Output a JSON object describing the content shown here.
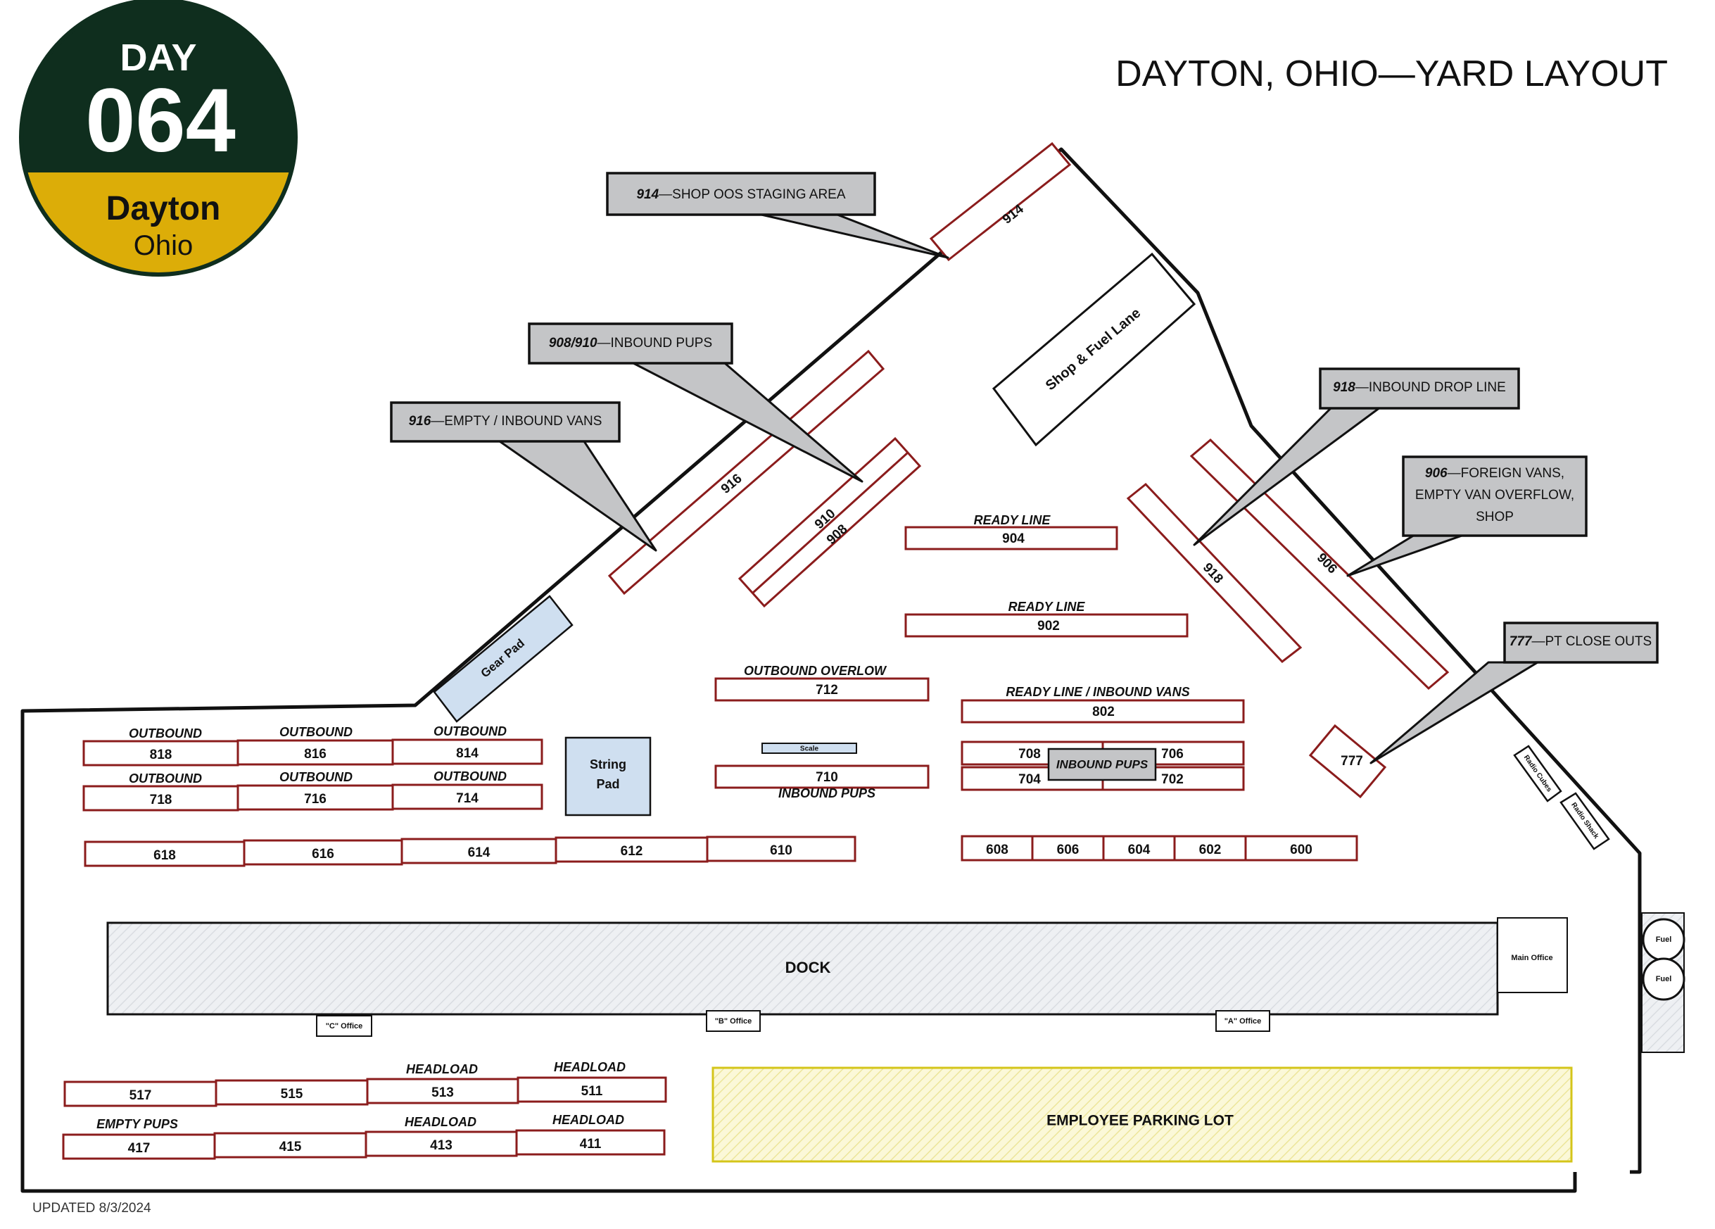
{
  "badge": {
    "day_label": "DAY",
    "day_number": "064",
    "city": "Dayton",
    "state": "Ohio",
    "colors": {
      "top": "#0f2e1e",
      "bottom": "#dcad08",
      "text_top": "#ffffff",
      "text_bottom": "#111111"
    }
  },
  "title": "DAYTON, OHIO—YARD LAYOUT",
  "updated": "UPDATED  8/3/2024",
  "callouts": {
    "c914": {
      "num": "914",
      "text": "—SHOP OOS STAGING AREA"
    },
    "c908": {
      "num": "908/910",
      "text": "—INBOUND PUPS"
    },
    "c916": {
      "num": "916",
      "text": "—EMPTY / INBOUND VANS"
    },
    "c918": {
      "num": "918",
      "text": "—INBOUND DROP LINE"
    },
    "c906": {
      "num": "906",
      "line1": "—FOREIGN VANS,",
      "line2": "EMPTY VAN OVERFLOW,",
      "line3": "SHOP"
    },
    "c777": {
      "num": "777",
      "text": "—PT CLOSE OUTS"
    }
  },
  "diagonal_stalls": {
    "s914": "914",
    "s916": "916",
    "s910": "910",
    "s908": "908",
    "s918": "918",
    "s906": "906"
  },
  "areas": {
    "shop_fuel_lane": "Shop & Fuel Lane",
    "gear_pad": "Gear Pad",
    "string_pad_1": "String",
    "string_pad_2": "Pad",
    "scale": "Scale",
    "inbound_pups_box": "INBOUND PUPS",
    "dock": "DOCK",
    "main_office": "Main Office",
    "c_office": "\"C\" Office",
    "b_office": "\"B\" Office",
    "a_office": "\"A\" Office",
    "parking": "EMPLOYEE PARKING LOT",
    "fuel_1": "Fuel",
    "fuel_2": "Fuel",
    "radio_cubes": "Radio Cubes",
    "radio_shack": "Radio Shack"
  },
  "lane_labels": {
    "ready_904": "READY LINE",
    "ready_902": "READY LINE",
    "outbound_overflow": "OUTBOUND OVERLOW",
    "ready_inbound_vans": "READY LINE / INBOUND VANS",
    "inbound_pups_710": "INBOUND PUPS",
    "ob_818": "OUTBOUND",
    "ob_816": "OUTBOUND",
    "ob_814": "OUTBOUND",
    "ob_718": "OUTBOUND",
    "ob_716": "OUTBOUND",
    "ob_714": "OUTBOUND",
    "hl_513": "HEADLOAD",
    "hl_511": "HEADLOAD",
    "empty_pups": "EMPTY PUPS",
    "hl_413": "HEADLOAD",
    "hl_411": "HEADLOAD"
  },
  "stalls": {
    "s904": "904",
    "s902": "902",
    "s712": "712",
    "s802": "802",
    "s710": "710",
    "s708": "708",
    "s706": "706",
    "s704": "704",
    "s702": "702",
    "s777": "777",
    "row800": [
      "818",
      "816",
      "814"
    ],
    "row700": [
      "718",
      "716",
      "714"
    ],
    "row600_left": [
      "618",
      "616",
      "614",
      "612",
      "610"
    ],
    "row600_right": [
      "608",
      "606",
      "604",
      "602",
      "600"
    ],
    "row500": [
      "517",
      "515",
      "513",
      "511"
    ],
    "row400": [
      "417",
      "415",
      "413",
      "411"
    ]
  }
}
